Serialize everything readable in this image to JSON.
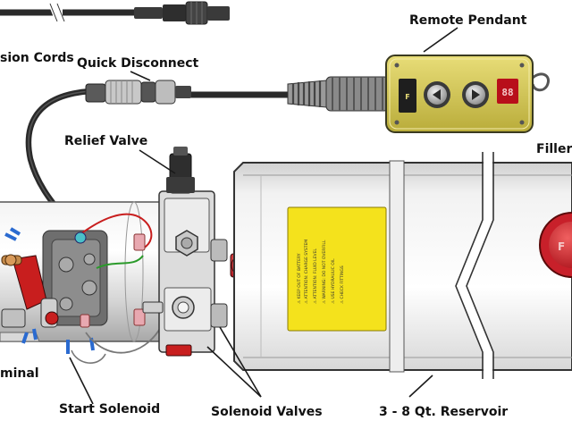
{
  "labels": {
    "extension_cords": "sion Cords",
    "quick_disconnect": "Quick Disconnect",
    "remote_pendant": "Remote Pendant",
    "relief_valve": "Relief Valve",
    "filler": "Filler",
    "terminal": "minal",
    "start_solenoid": "Start Solenoid",
    "solenoid_valves": "Solenoid Valves",
    "reservoir": "3 - 8 Qt. Reservoir"
  },
  "colors": {
    "pendant_yellow": "#d8cc5a",
    "warning_yellow": "#f4e21c",
    "cap_red": "#c8202a",
    "cable": "#2a2a2a",
    "metal_light": "#e8e8e8",
    "metal_dark": "#9a9a9a"
  },
  "icons": {
    "pendant_buttons": "arrow-button-icon",
    "pendant_brand": "logo-icon"
  }
}
